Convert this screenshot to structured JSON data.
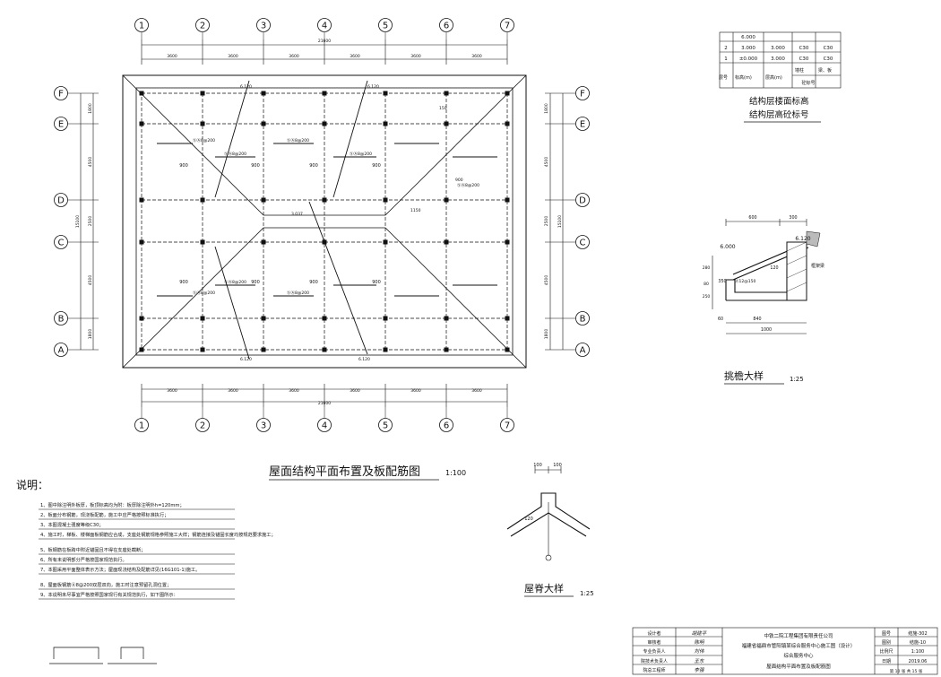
{
  "axes": {
    "columns": [
      "1",
      "2",
      "3",
      "4",
      "5",
      "6",
      "7"
    ],
    "rows": [
      "F",
      "E",
      "D",
      "C",
      "B",
      "A"
    ],
    "bay_widths": [
      "3600",
      "3600",
      "3600",
      "3600",
      "3600",
      "3600"
    ],
    "total_width": "21600",
    "row_spacings": [
      "1800",
      "4500",
      "2500",
      "4500",
      "1800"
    ],
    "total_depth": "15100"
  },
  "plan": {
    "title": "屋面结构平面布置及板配筋图",
    "scale": "1:100",
    "slab_dims": [
      "900",
      "900",
      "900",
      "900",
      "900",
      "900",
      "900",
      "900"
    ],
    "rebar_tags": [
      "ⓈⒶ8@200",
      "ⓈⒶ8@200",
      "ⓈⒶ8@200",
      "ⓈⒶ8@200",
      "ⓈⒶ8@200",
      "ⓈⒶ8@200",
      "ⓈⒶ8@200",
      "ⓈⒶ8@200"
    ],
    "misc_tags": [
      "150",
      "1150",
      "6.120",
      "6.120",
      "6.120",
      "6.120",
      "900",
      "3.037"
    ]
  },
  "level_table": {
    "rows": [
      {
        "floor": "",
        "elev": "6.000",
        "height": "",
        "col": "",
        "slab": ""
      },
      {
        "floor": "2",
        "elev": "3.000",
        "height": "3.000",
        "col": "C30",
        "slab": "C30"
      },
      {
        "floor": "1",
        "elev": "±0.000",
        "height": "3.000",
        "col": "C30",
        "slab": "C30"
      }
    ],
    "headers": [
      "层号",
      "标高(m)",
      "层高(m)",
      "墙柱",
      "梁、板"
    ],
    "header_group": "砼标号",
    "caption1": "结构层楼面标高",
    "caption2": "结构层高砼标号"
  },
  "eave_detail": {
    "title": "挑檐大样",
    "scale": "1:25",
    "dims": [
      "600",
      "300",
      "6.000",
      "6.120",
      "1000",
      "840",
      "60",
      "350",
      "120"
    ],
    "rebar": "Ⓐ12@150",
    "wall_label": "框架梁",
    "small_dims": [
      "280",
      "80",
      "250"
    ]
  },
  "ridge_detail": {
    "title": "屋脊大样",
    "scale": "1:25",
    "dims": [
      "100",
      "100",
      "120"
    ]
  },
  "notes": {
    "heading": "说明：",
    "items": [
      "1、图中除注明外板厚，板顶标高均为附：板厚除注明外h=120mm；",
      "2、板面分布钢筋，现浇板配筋，施工中应严格按照标准执行；",
      "3、本图混凝土强度等级C30；",
      "4、施工时，梯板、楼梯面板钢筋应合成，支座处钢筋规格参照施工大样；钢筋连接及锚固长度均按规范要求施工；",
      "5、板钢筋在板跨中附近锚固且不得在支座处截断；",
      "6、所有未说明部分严格按国家规范执行。",
      "7、本图采用平面整体表示方法；屋面现浇结构及配筋详见(16G101-1)施工。",
      "8、屋面板钢筋Ⓐ8@200双层双向，施工时注意预留孔洞位置；",
      "9、本说明未尽事宜严格按照国家现行有关规范执行，如下图所示："
    ]
  },
  "title_block": {
    "roles": [
      "设计者",
      "审核者",
      "专业负责人",
      "院技术负责人",
      "院总工程师"
    ],
    "signatures": [
      "胡建平",
      "陈明",
      "刘伟",
      "王东",
      "李强"
    ],
    "company": "中铁二院工程集团有限责任公司",
    "project": "福建省福鼎市管阳镇某综合服务中心施工图（设计）",
    "subproject": "综合服务中心",
    "drawing_name": "屋面结构平面布置及板配筋图",
    "fields": [
      {
        "label": "图号",
        "value": "结施-302"
      },
      {
        "label": "图别",
        "value": "结施-10"
      },
      {
        "label": "比例尺",
        "value": "1:100"
      },
      {
        "label": "日期",
        "value": "2019.06"
      }
    ],
    "sheet": "第 10 张 共 15 张"
  }
}
